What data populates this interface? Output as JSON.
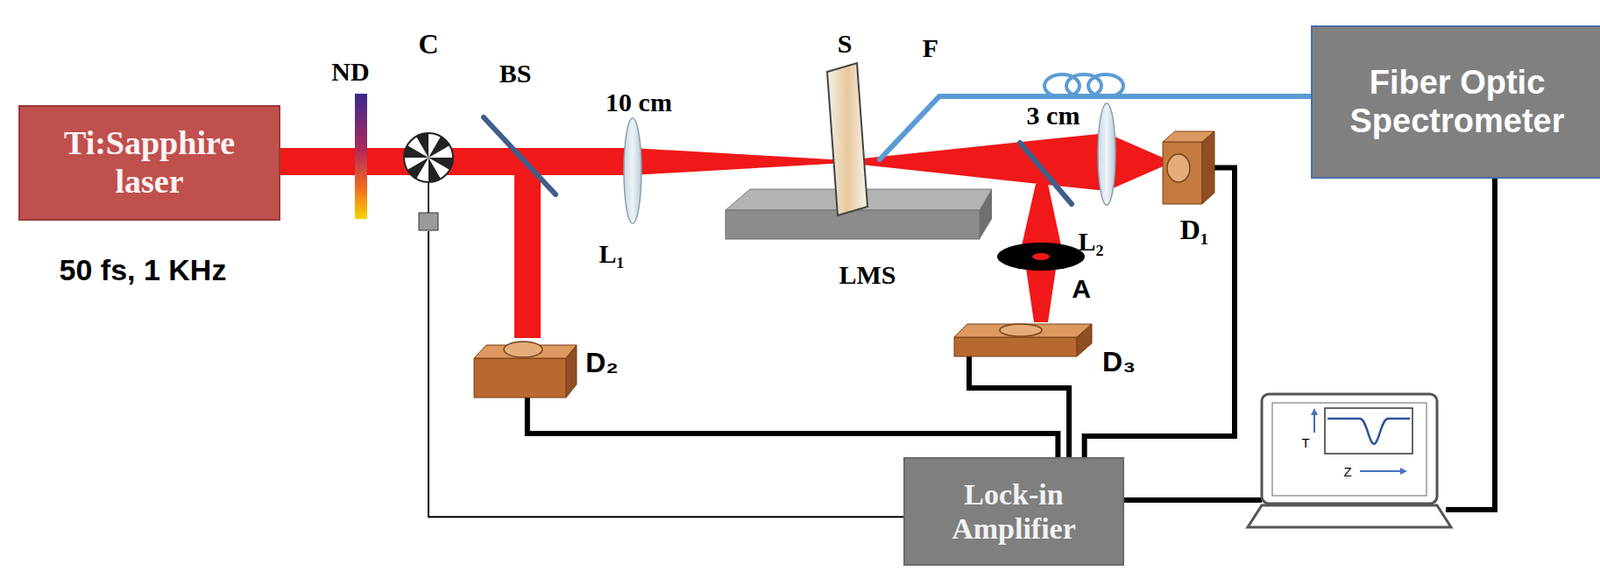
{
  "diagram": {
    "nodes": [
      {
        "text": [
          "Ti:Sapphire laser"
        ]
      },
      {
        "text": [
          "C"
        ]
      },
      {
        "text": [
          "D₂"
        ]
      },
      {
        "text": [
          "D₃"
        ]
      },
      {
        "text": [
          "D₁"
        ]
      },
      {
        "text": [
          "Fiber Optic Spectrometer"
        ]
      },
      {
        "text": [
          "Lock-in Amplifier"
        ]
      }
    ],
    "edges": [
      {
        "from": 1,
        "to": 6,
        "arrow": "none"
      },
      {
        "from": 2,
        "to": 6,
        "arrow": "none"
      },
      {
        "from": 3,
        "to": 6,
        "arrow": "none"
      },
      {
        "from": 4,
        "to": 6,
        "arrow": "none"
      }
    ],
    "labels": [
      "50 fs, 1 KHz",
      "ND",
      "BS",
      "10 cm",
      "L₁",
      "S",
      "F",
      "LMS",
      "3 cm",
      "L₂",
      "A",
      "T",
      "Z"
    ]
  }
}
